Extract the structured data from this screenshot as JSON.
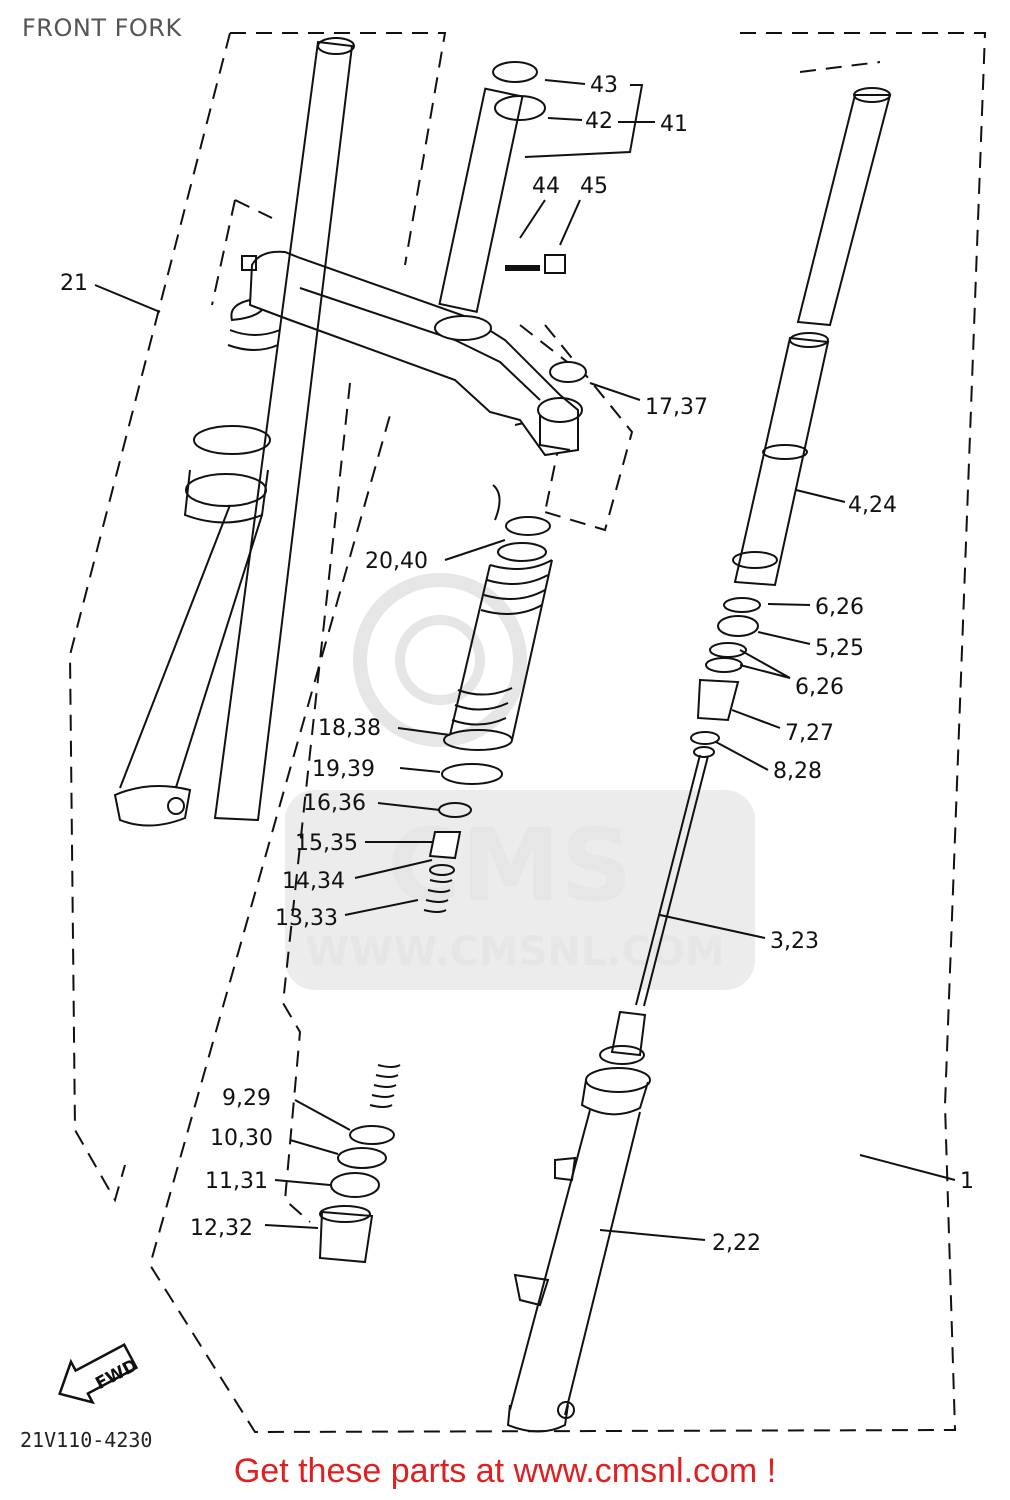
{
  "title": "FRONT FORK",
  "watermark": {
    "brand": "CMS",
    "url": "WWW.CMSNL.COM"
  },
  "fwd_label": "FWD",
  "diagram_code": "21V110-4230",
  "promo_text": "Get these parts at www.cmsnl.com !",
  "colors": {
    "line": "#111111",
    "watermark": "#e6e6e6",
    "promo": "#e02020"
  },
  "parts": [
    {
      "id": "p1",
      "text": "1"
    },
    {
      "id": "p2",
      "text": "2,22"
    },
    {
      "id": "p3",
      "text": "3,23"
    },
    {
      "id": "p4",
      "text": "4,24"
    },
    {
      "id": "p5",
      "text": "5,25"
    },
    {
      "id": "p6a",
      "text": "6,26"
    },
    {
      "id": "p6b",
      "text": "6,26"
    },
    {
      "id": "p7",
      "text": "7,27"
    },
    {
      "id": "p8",
      "text": "8,28"
    },
    {
      "id": "p9",
      "text": "9,29"
    },
    {
      "id": "p10",
      "text": "10,30"
    },
    {
      "id": "p11",
      "text": "11,31"
    },
    {
      "id": "p12",
      "text": "12,32"
    },
    {
      "id": "p13",
      "text": "13,33"
    },
    {
      "id": "p14",
      "text": "14,34"
    },
    {
      "id": "p15",
      "text": "15,35"
    },
    {
      "id": "p16",
      "text": "16,36"
    },
    {
      "id": "p17",
      "text": "17,37"
    },
    {
      "id": "p18",
      "text": "18,38"
    },
    {
      "id": "p19",
      "text": "19,39"
    },
    {
      "id": "p20",
      "text": "20,40"
    },
    {
      "id": "p21",
      "text": "21"
    },
    {
      "id": "p41",
      "text": "41"
    },
    {
      "id": "p42",
      "text": "42"
    },
    {
      "id": "p43",
      "text": "43"
    },
    {
      "id": "p44",
      "text": "44"
    },
    {
      "id": "p45",
      "text": "45"
    }
  ]
}
